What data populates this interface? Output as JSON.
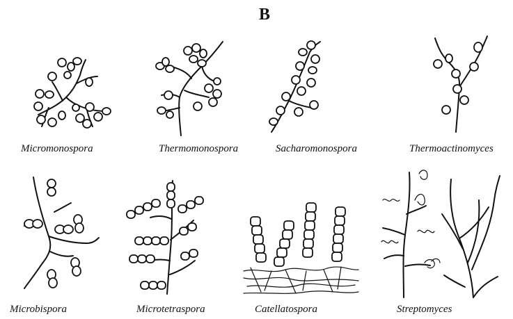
{
  "panel_label": "B",
  "genera": [
    {
      "name": "Micromonospora"
    },
    {
      "name": "Thermomonospora"
    },
    {
      "name": "Sacharomonospora"
    },
    {
      "name": "Thermoactinomyces"
    },
    {
      "name": "Microbispora"
    },
    {
      "name": "Microtetraspora"
    },
    {
      "name": "Catellatospora"
    },
    {
      "name": "Streptomyces"
    }
  ]
}
